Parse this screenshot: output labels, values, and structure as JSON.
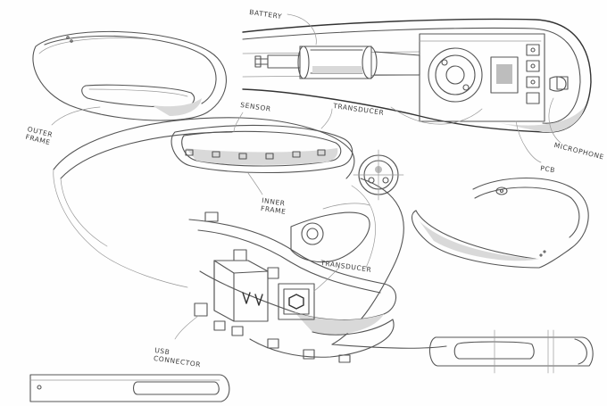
{
  "labels": {
    "battery": "BATTERY",
    "sensor": "SENSOR",
    "transducer_top": "TRANSDUCER",
    "outer_frame": [
      "OUTER",
      "FRAME"
    ],
    "microphone": "MICROPHONE",
    "pcb": "PCB",
    "inner_frame": [
      "INNER",
      "FRAME"
    ],
    "transducer_bottom": "TRANSDUCER",
    "usb_connector": [
      "USB",
      "CONNECTOR"
    ]
  },
  "colors": {
    "line": "#555555",
    "shade": "#d9d9d9",
    "paper": "#fefefe"
  }
}
